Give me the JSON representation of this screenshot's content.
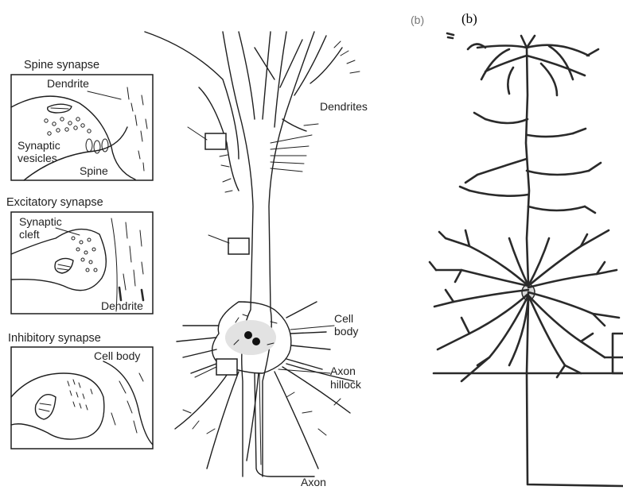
{
  "panel_b": {
    "label_small": "(b)",
    "label_large": "(b)"
  },
  "insets": [
    {
      "title": "Spine synapse",
      "labels": [
        "Dendrite",
        "Synaptic",
        "vesicles",
        "Spine"
      ]
    },
    {
      "title": "Excitatory synapse",
      "labels": [
        "Synaptic",
        "cleft",
        "Dendrite"
      ]
    },
    {
      "title": "Inhibitory synapse",
      "labels": [
        "Cell body"
      ]
    }
  ],
  "neuron_labels": {
    "dendrites": "Dendrites",
    "cell_body_1": "Cell",
    "cell_body_2": "body",
    "axon_hillock_1": "Axon",
    "axon_hillock_2": "hillock",
    "axon": "Axon"
  }
}
